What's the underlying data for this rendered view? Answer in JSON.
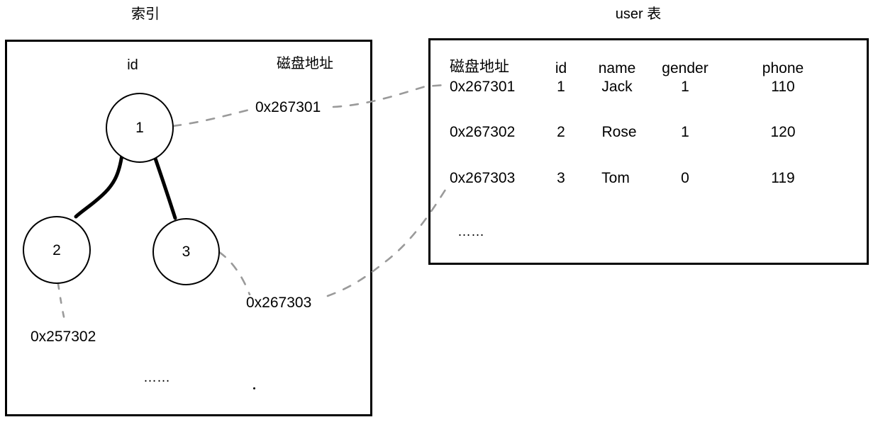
{
  "panels": {
    "index": {
      "title": "索引",
      "columns": [
        {
          "key": "id",
          "label": "id"
        },
        {
          "key": "disk_address",
          "label": "磁盘地址"
        }
      ],
      "tree": {
        "type": "btree",
        "nodes": [
          {
            "id": "n1",
            "label": "1"
          },
          {
            "id": "n2",
            "label": "2"
          },
          {
            "id": "n3",
            "label": "3"
          }
        ],
        "edges": [
          {
            "from": "n1",
            "to": "n2"
          },
          {
            "from": "n1",
            "to": "n3"
          }
        ]
      },
      "address_labels": [
        {
          "node": "n1",
          "value": "0x267301"
        },
        {
          "node": "n3",
          "value": "0x267303"
        },
        {
          "node": "n2",
          "value": "0x257302"
        }
      ],
      "ellipsis": "……"
    },
    "user_table": {
      "title": "user 表",
      "headers": [
        "磁盘地址",
        "id",
        "name",
        "gender",
        "phone"
      ],
      "rows": [
        [
          "0x267301",
          "1",
          "Jack",
          "1",
          "110"
        ],
        [
          "0x267302",
          "2",
          "Rose",
          "1",
          "120"
        ],
        [
          "0x267303",
          "3",
          "Tom",
          "0",
          "119"
        ]
      ],
      "ellipsis": "……"
    }
  },
  "links": [
    {
      "from": "index-node-1",
      "to": "user-table-row-1",
      "label": "0x267301",
      "style": "dashed"
    },
    {
      "from": "index-node-3",
      "to": "user-table-row-3",
      "label": "0x267303",
      "style": "dashed"
    },
    {
      "from": "index-node-2",
      "to": "index-address-0x257302",
      "label": "0x257302",
      "style": "dashed"
    }
  ],
  "colors": {
    "stroke": "#000000",
    "dashed_link": "#9a9a9a",
    "background": "#ffffff"
  }
}
